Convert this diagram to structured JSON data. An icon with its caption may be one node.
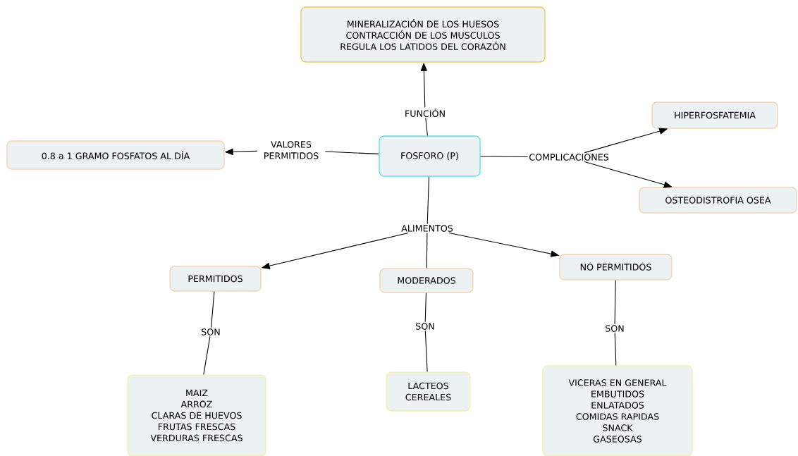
{
  "diagram": {
    "nodes": [
      {
        "text": [
          "FOSFORO (P)"
        ]
      },
      {
        "text": [
          "MINERALIZACIÓN DE LOS HUESOS",
          "CONTRACCIÓN DE LOS MUSCULOS",
          "REGULA LOS LATIDOS DEL CORAZÓN"
        ]
      },
      {
        "text": [
          "FUNCIÓN"
        ]
      },
      {
        "text": [
          "VALORES PERMITIDOS"
        ]
      },
      {
        "text": [
          "0.8 a 1 GRAMO FOSFATOS AL DÍA"
        ]
      },
      {
        "text": [
          "COMPLICACIONES"
        ]
      },
      {
        "text": [
          "HIPERFOSFATEMIA"
        ]
      },
      {
        "text": [
          "OSTEODISTROFIA OSEA"
        ]
      },
      {
        "text": [
          "ALIMENTOS"
        ]
      },
      {
        "text": [
          "PERMITIDOS"
        ]
      },
      {
        "text": [
          "MODERADOS"
        ]
      },
      {
        "text": [
          "NO PERMITIDOS"
        ]
      },
      {
        "text": [
          "SON"
        ]
      },
      {
        "text": [
          "SON"
        ]
      },
      {
        "text": [
          "SON"
        ]
      },
      {
        "text": [
          "MAIZ",
          "ARROZ",
          "CLARAS DE HUEVOS",
          "FRUTAS FRESCAS",
          "VERDURAS FRESCAS"
        ]
      },
      {
        "text": [
          "LACTEOS",
          "CEREALES"
        ]
      },
      {
        "text": [
          "VICERAS EN GENERAL",
          "EMBUTIDOS",
          "ENLATADOS",
          "COMIDAS RAPIDAS",
          "SNACK",
          "GASEOSAS"
        ]
      }
    ],
    "edges": [
      {
        "from": 0,
        "to": 2,
        "arrow": "none"
      },
      {
        "from": 2,
        "to": 1,
        "arrow": "to"
      },
      {
        "from": 0,
        "to": 3,
        "arrow": "none"
      },
      {
        "from": 3,
        "to": 4,
        "arrow": "to"
      },
      {
        "from": 0,
        "to": 5,
        "arrow": "none"
      },
      {
        "from": 5,
        "to": 6,
        "arrow": "to"
      },
      {
        "from": 5,
        "to": 7,
        "arrow": "to"
      },
      {
        "from": 0,
        "to": 8,
        "arrow": "none"
      },
      {
        "from": 8,
        "to": 9,
        "arrow": "to"
      },
      {
        "from": 8,
        "to": 10,
        "arrow": "none"
      },
      {
        "from": 8,
        "to": 11,
        "arrow": "to"
      },
      {
        "from": 9,
        "to": 12,
        "arrow": "none"
      },
      {
        "from": 12,
        "to": 15,
        "arrow": "none"
      },
      {
        "from": 10,
        "to": 13,
        "arrow": "none"
      },
      {
        "from": 13,
        "to": 16,
        "arrow": "none"
      },
      {
        "from": 11,
        "to": 14,
        "arrow": "none"
      },
      {
        "from": 14,
        "to": 17,
        "arrow": "none"
      }
    ]
  }
}
